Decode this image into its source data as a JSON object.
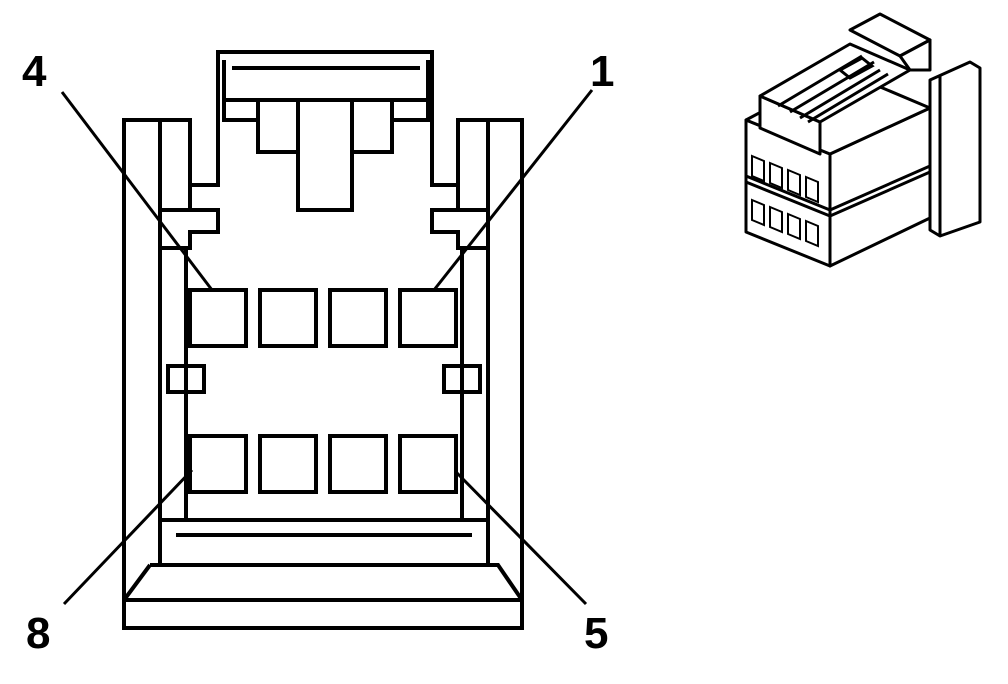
{
  "pin_labels": {
    "top_left": "4",
    "top_right": "1",
    "bottom_left": "8",
    "bottom_right": "5"
  },
  "colors": {
    "line": "#000000",
    "background": "#ffffff"
  }
}
